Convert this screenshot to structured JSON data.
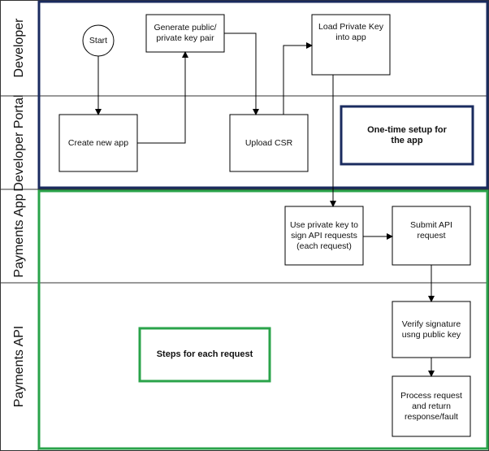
{
  "lanes": {
    "developer": "Developer",
    "developer_portal": "Developer Portal",
    "payments_app": "Payments App",
    "payments_api": "Payments API"
  },
  "steps": {
    "start": "Start",
    "create_app": "Create new app",
    "generate_keys": "Generate public/\nprivate key pair",
    "upload_csr": "Upload CSR",
    "load_key": "Load Private Key\ninto app",
    "sign_requests": "Use private key to\nsign API requests\n(each request)",
    "submit_request": "Submit API\nrequest",
    "verify_signature": "Verify signature\nusng public key",
    "process_request": "Process request\nand return\nresponse/fault"
  },
  "notes": {
    "one_time": "One-time setup for\nthe app",
    "each_request": "Steps for each request"
  },
  "colors": {
    "setup_group": "#1a2b5f",
    "request_group": "#2aa34a",
    "line": "#000000"
  }
}
